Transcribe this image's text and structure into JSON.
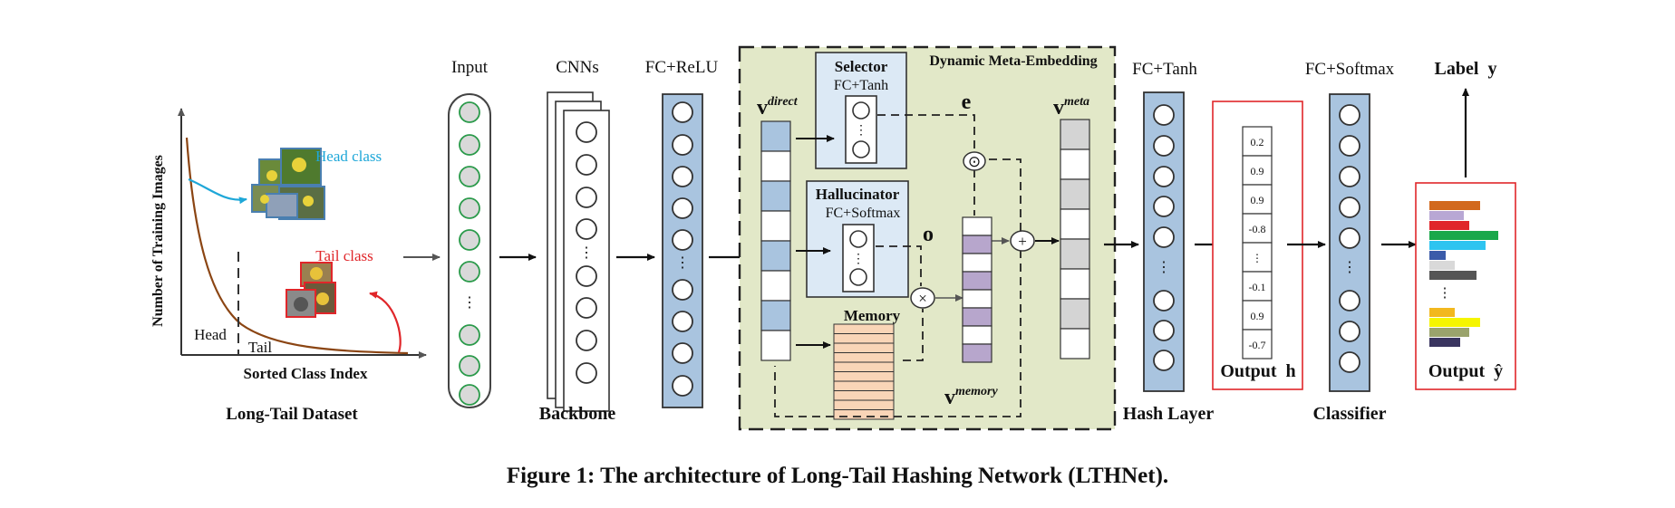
{
  "caption": "Figure 1: The architecture of Long-Tail Hashing Network (LTHNet).",
  "dataset": {
    "y_axis_label": "Number of Training Images",
    "x_axis_label": "Sorted Class Index",
    "head_class_label": "Head class",
    "tail_class_label": "Tail class",
    "head_label": "Head",
    "tail_label": "Tail",
    "title": "Long-Tail Dataset",
    "head_class_color": "#1ea7d8",
    "tail_class_color": "#e0262a",
    "curve_color": "#8b4513"
  },
  "input": {
    "label": "Input"
  },
  "backbone": {
    "cnns_label": "CNNs",
    "fc_relu_label": "FC+ReLU",
    "title": "Backbone"
  },
  "dme": {
    "title": "Dynamic Meta-Embedding",
    "selector_label": "Selector",
    "selector_sub": "FC+Tanh",
    "hallucinator_label": "Hallucinator",
    "hallucinator_sub": "FC+Softmax",
    "memory_label": "Memory",
    "v_direct": "v",
    "v_direct_sup": "direct",
    "v_memory": "v",
    "v_memory_sup": "memory",
    "v_meta": "v",
    "v_meta_sup": "meta",
    "e_label": "e",
    "o_label": "o",
    "odot_symbol": "⊙",
    "times_symbol": "×",
    "plus_symbol": "+",
    "background_color": "#e2e8c8",
    "box_color": "#dce9f5",
    "memory_color": "#f9d5b7",
    "vmemory_accent": "#b7a6cc"
  },
  "hash_layer": {
    "top_label": "FC+Tanh",
    "title": "Hash Layer"
  },
  "output_h": {
    "values": [
      "0.2",
      "0.9",
      "0.9",
      "-0.8",
      "",
      "-0.1",
      "0.9",
      "-0.7"
    ],
    "label": "Output  h"
  },
  "classifier": {
    "top_label": "FC+Softmax",
    "title": "Classifier"
  },
  "output_y": {
    "label": "Output  ŷ",
    "bar_colors": [
      "#d2691e",
      "#b8a7d4",
      "#e0262a",
      "#1aa84b",
      "#2ec4f0",
      "#3b5ba9",
      "#d9d9d9",
      "#555555",
      "#f2b81e",
      "#f5f500",
      "#9aa36c",
      "#3a3560"
    ]
  },
  "label_y": {
    "label": "Label  y"
  },
  "neuron_color": "#a9c4df",
  "input_node_stroke": "#2a9a4a"
}
